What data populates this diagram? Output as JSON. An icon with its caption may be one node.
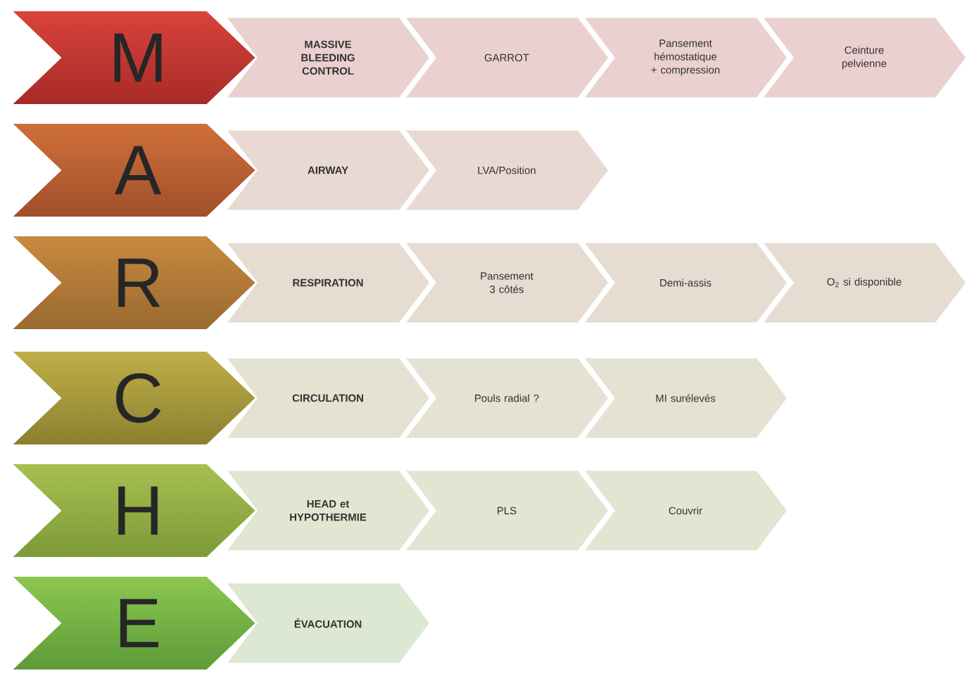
{
  "diagram": {
    "nodes": [
      {
        "text": [
          "M"
        ]
      },
      {
        "text": [
          "MASSIVE BLEEDING CONTROL"
        ]
      },
      {
        "text": [
          "GARROT"
        ]
      },
      {
        "text": [
          "Pansement hémostatique + compression"
        ]
      },
      {
        "text": [
          "Ceinture pelvienne"
        ]
      },
      {
        "text": [
          "A"
        ]
      },
      {
        "text": [
          "AIRWAY"
        ]
      },
      {
        "text": [
          "LVA/Position"
        ]
      },
      {
        "text": [
          "R"
        ]
      },
      {
        "text": [
          "RESPIRATION"
        ]
      },
      {
        "text": [
          "Pansement 3 côtés"
        ]
      },
      {
        "text": [
          "Demi-assis"
        ]
      },
      {
        "text": [
          "O$_{2}$ si disponible"
        ]
      },
      {
        "text": [
          "C"
        ]
      },
      {
        "text": [
          "CIRCULATION"
        ]
      },
      {
        "text": [
          "Pouls radial ?"
        ]
      },
      {
        "text": [
          "MI surélevés"
        ]
      },
      {
        "text": [
          "H"
        ]
      },
      {
        "text": [
          "HEAD et HYPOTHERMIE"
        ]
      },
      {
        "text": [
          "PLS"
        ]
      },
      {
        "text": [
          "Couvrir"
        ]
      },
      {
        "text": [
          "E"
        ]
      },
      {
        "text": [
          "ÉVACUATION"
        ]
      }
    ]
  }
}
